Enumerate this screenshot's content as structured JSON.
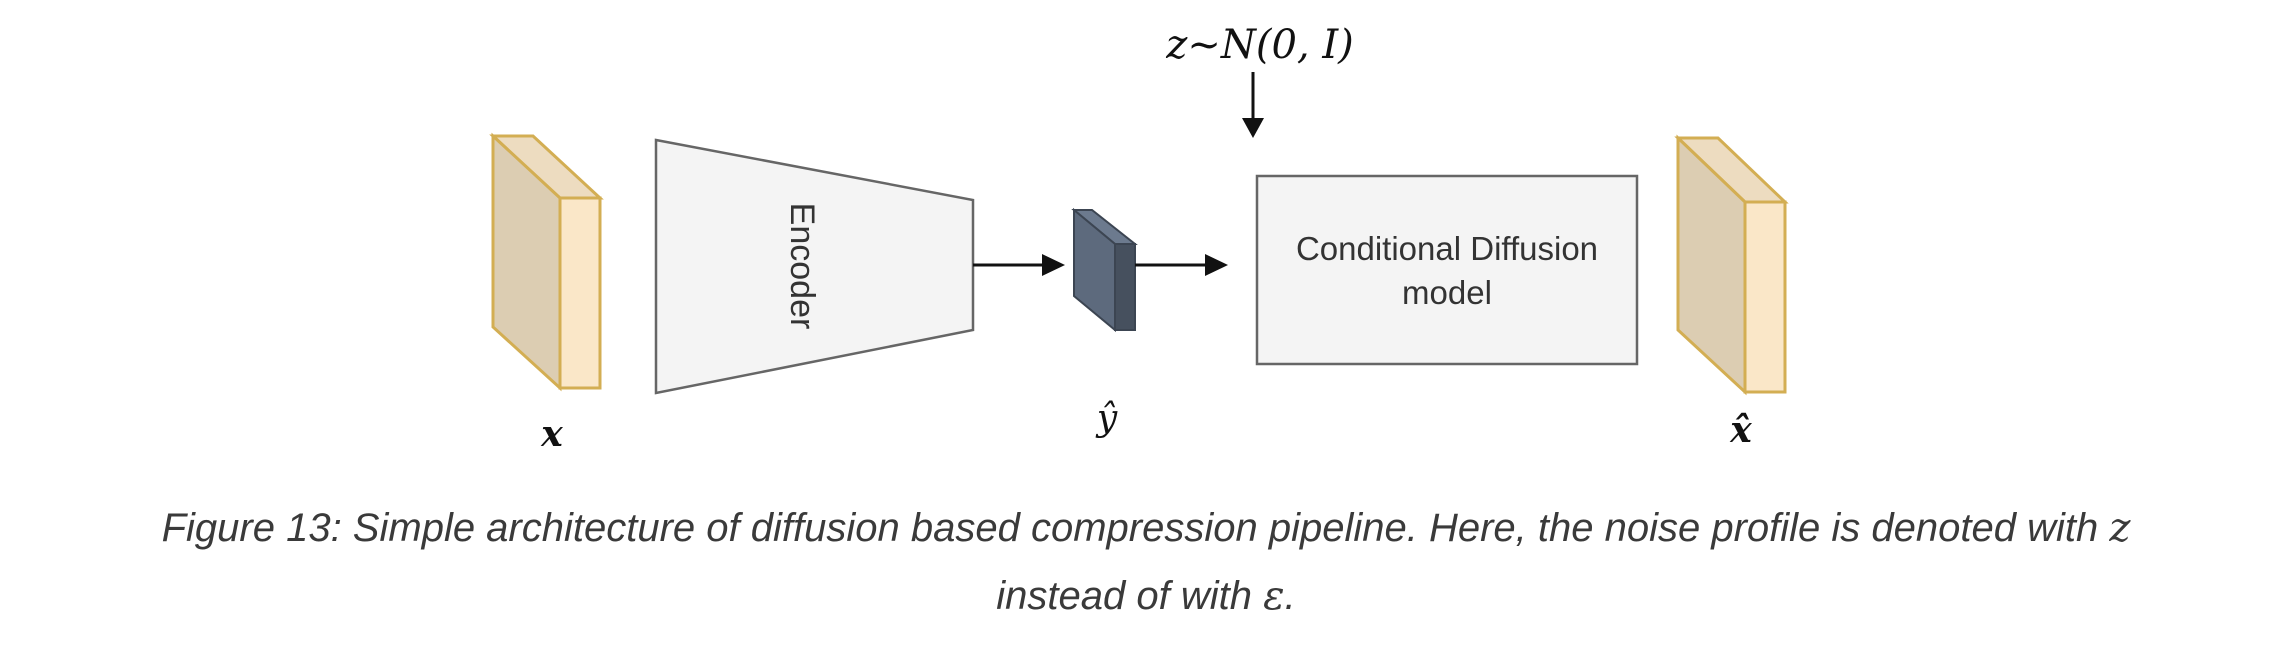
{
  "noise": {
    "label": "z~N(0, I)"
  },
  "blocks": {
    "encoder_label": "Encoder",
    "diffusion_line1": "Conditional Diffusion",
    "diffusion_line2": "model"
  },
  "symbols": {
    "input": "x",
    "latent": "ŷ",
    "output": "x̂"
  },
  "caption": {
    "text_before_z": "Figure 13: Simple architecture of diffusion based compression pipeline. Here, the noise profile is denoted with ",
    "z_symbol": "z",
    "line2_before_eps": "instead of with ",
    "eps_symbol": "ε",
    "line2_end": "."
  },
  "colors": {
    "tensor_fill": "#fae7c8",
    "tensor_side": "#dccdb2",
    "tensor_stroke": "#d3ae53",
    "block_fill": "#f4f4f4",
    "block_stroke": "#666666",
    "latent_front": "#5d6a7d",
    "latent_dark": "#46505e",
    "arrow": "#111111"
  }
}
